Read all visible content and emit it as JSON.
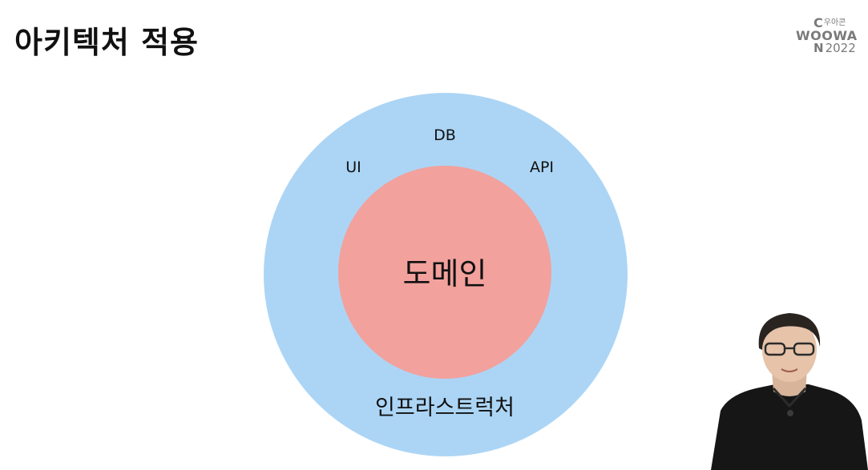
{
  "slide": {
    "title": "아키텍처 적용"
  },
  "logo": {
    "letter_c": "C",
    "event_korean": "우아콘",
    "woowa": "WOOWA",
    "letter_n": "N",
    "year": "2022"
  },
  "diagram": {
    "inner_label": "도메인",
    "outer_label": "인프라스트럭처",
    "outer_items": [
      "DB",
      "UI",
      "API"
    ],
    "colors": {
      "outer_circle": "#acd5f5",
      "inner_circle": "#f2a19d",
      "text": "#111111"
    }
  }
}
